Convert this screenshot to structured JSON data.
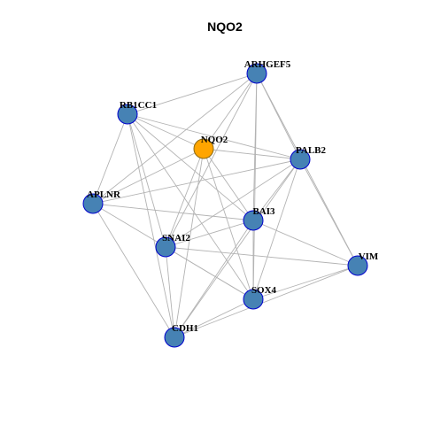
{
  "title": "NQO2",
  "colors": {
    "node_fill": "#4682B4",
    "node_stroke": "#0000CD",
    "focus_fill": "#FFA500",
    "focus_stroke": "#8B6914",
    "edge": "#B3B3B3",
    "background": "#FFFFFF"
  },
  "nodes": [
    {
      "id": "ARHGEF5",
      "label": "ARHGEF5",
      "focus": false
    },
    {
      "id": "RB1CC1",
      "label": "RB1CC1",
      "focus": false
    },
    {
      "id": "NQO2",
      "label": "NQO2",
      "focus": true
    },
    {
      "id": "PALB2",
      "label": "PALB2",
      "focus": false
    },
    {
      "id": "APLNR",
      "label": "APLNR",
      "focus": false
    },
    {
      "id": "BAI3",
      "label": "BAI3",
      "focus": false
    },
    {
      "id": "SNAI2",
      "label": "SNAI2",
      "focus": false
    },
    {
      "id": "VIM",
      "label": "VIM",
      "focus": false
    },
    {
      "id": "SOX4",
      "label": "SOX4",
      "focus": false
    },
    {
      "id": "CDH1",
      "label": "CDH1",
      "focus": false
    }
  ],
  "edges": [
    [
      "ARHGEF5",
      "RB1CC1"
    ],
    [
      "ARHGEF5",
      "NQO2"
    ],
    [
      "ARHGEF5",
      "PALB2"
    ],
    [
      "ARHGEF5",
      "APLNR"
    ],
    [
      "ARHGEF5",
      "BAI3"
    ],
    [
      "ARHGEF5",
      "SNAI2"
    ],
    [
      "ARHGEF5",
      "VIM"
    ],
    [
      "ARHGEF5",
      "SOX4"
    ],
    [
      "RB1CC1",
      "NQO2"
    ],
    [
      "RB1CC1",
      "PALB2"
    ],
    [
      "RB1CC1",
      "BAI3"
    ],
    [
      "RB1CC1",
      "SNAI2"
    ],
    [
      "RB1CC1",
      "SOX4"
    ],
    [
      "RB1CC1",
      "CDH1"
    ],
    [
      "RB1CC1",
      "APLNR"
    ],
    [
      "NQO2",
      "PALB2"
    ],
    [
      "NQO2",
      "BAI3"
    ],
    [
      "NQO2",
      "SNAI2"
    ],
    [
      "NQO2",
      "CDH1"
    ],
    [
      "NQO2",
      "SOX4"
    ],
    [
      "NQO2",
      "APLNR"
    ],
    [
      "PALB2",
      "APLNR"
    ],
    [
      "PALB2",
      "SNAI2"
    ],
    [
      "PALB2",
      "VIM"
    ],
    [
      "PALB2",
      "SOX4"
    ],
    [
      "PALB2",
      "CDH1"
    ],
    [
      "PALB2",
      "BAI3"
    ],
    [
      "APLNR",
      "BAI3"
    ],
    [
      "APLNR",
      "SOX4"
    ],
    [
      "APLNR",
      "CDH1"
    ],
    [
      "BAI3",
      "SNAI2"
    ],
    [
      "BAI3",
      "VIM"
    ],
    [
      "BAI3",
      "CDH1"
    ],
    [
      "BAI3",
      "SOX4"
    ],
    [
      "SNAI2",
      "VIM"
    ],
    [
      "SNAI2",
      "SOX4"
    ],
    [
      "SNAI2",
      "CDH1"
    ],
    [
      "VIM",
      "SOX4"
    ],
    [
      "VIM",
      "CDH1"
    ],
    [
      "SOX4",
      "CDH1"
    ]
  ]
}
